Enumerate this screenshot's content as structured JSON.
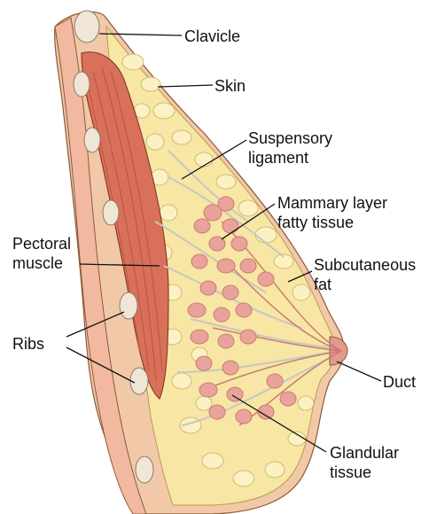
{
  "labels": {
    "clavicle": "Clavicle",
    "skin": "Skin",
    "suspensory_line1": "Suspensory",
    "suspensory_line2": "ligament",
    "mammary_line1": "Mammary layer",
    "mammary_line2": "fatty tissue",
    "pectoral_line1": "Pectoral",
    "pectoral_line2": "muscle",
    "subcutaneous_line1": "Subcutaneous",
    "subcutaneous_line2": "fat",
    "ribs": "Ribs",
    "duct": "Duct",
    "glandular_line1": "Glandular",
    "glandular_line2": "tissue"
  },
  "colors": {
    "skin": "#f2c9a8",
    "fat": "#f7e6a4",
    "fat_lobule": "#fbf1c3",
    "muscle": "#d9715a",
    "muscle_dark": "#b9553f",
    "gland": "#e9a39a",
    "gland_dark": "#c97b73",
    "ligament": "#c7c7c0",
    "rib": "#efe6d8",
    "areola": "#e39a8e"
  }
}
